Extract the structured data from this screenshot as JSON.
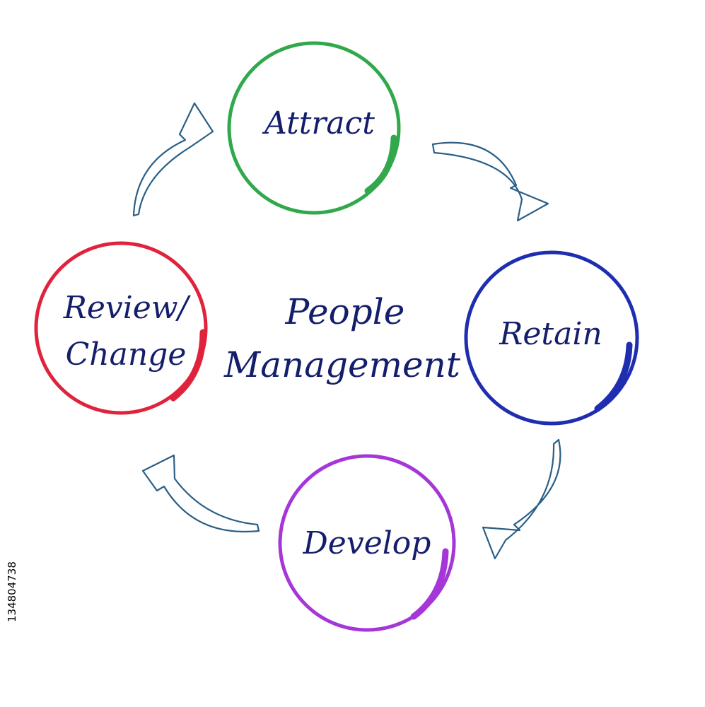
{
  "diagram": {
    "center": {
      "line1": "People",
      "line2": "Management"
    },
    "stages": [
      {
        "id": "attract",
        "lines": [
          "Attract"
        ],
        "color": "#30a84b"
      },
      {
        "id": "retain",
        "lines": [
          "Retain"
        ],
        "color": "#1f2db0"
      },
      {
        "id": "develop",
        "lines": [
          "Develop"
        ],
        "color": "#a536d8"
      },
      {
        "id": "review",
        "lines": [
          "Review/",
          "Change"
        ],
        "color": "#e0233c"
      }
    ],
    "arrow_color": "#2a5f86",
    "text_color": "#141e6b"
  },
  "watermark": {
    "stock_id": "134804738"
  }
}
